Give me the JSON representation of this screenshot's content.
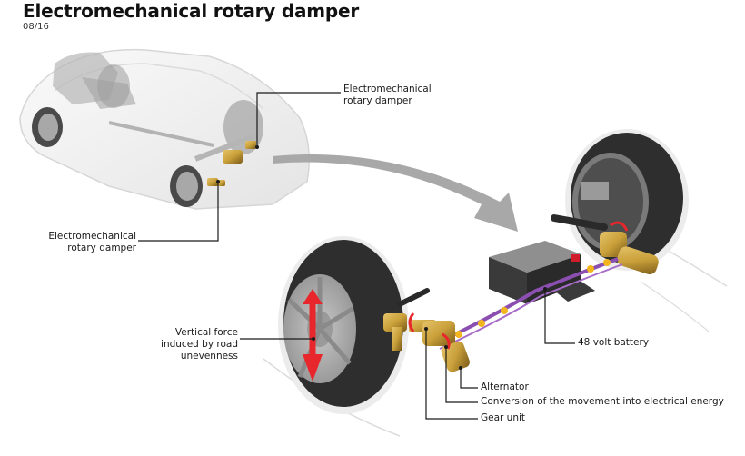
{
  "header": {
    "title": "Electromechanical rotary damper",
    "date": "08/16"
  },
  "callouts": {
    "rear_damper_top": {
      "line1": "Electromechanical",
      "line2": "rotary damper"
    },
    "rear_damper_bottom": {
      "line1": "Electromechanical",
      "line2": "rotary damper"
    },
    "vertical_force": {
      "line1": "Vertical force",
      "line2": "induced by road",
      "line3": "unevenness"
    },
    "battery": "48 volt battery",
    "alternator": "Alternator",
    "conversion": "Conversion of the movement into electrical energy",
    "gear_unit": "Gear unit"
  },
  "colors": {
    "leader_line": "#1a1a1a",
    "damper_gold": "#c9a03a",
    "force_arrow_red": "#e8272c",
    "cable_purple": "#8a4fb0",
    "clip_yellow": "#f2b51e",
    "flow_arrow_gray": "#a8a8a8",
    "tire_dark": "#2e2e2e"
  }
}
